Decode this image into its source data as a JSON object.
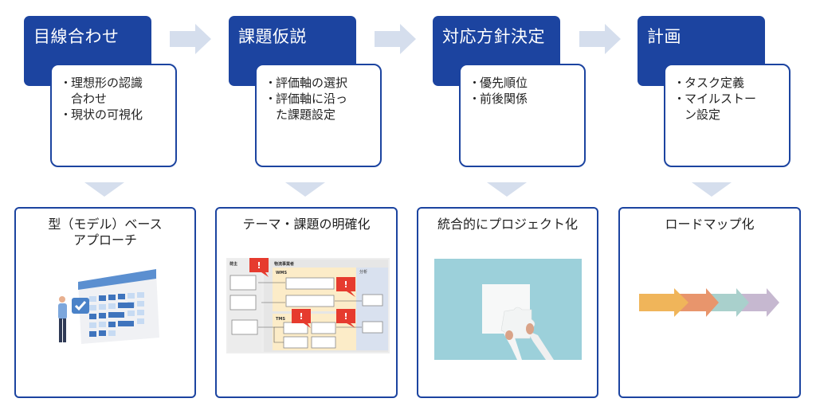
{
  "steps": [
    {
      "title": "目線合わせ",
      "bullets": [
        {
          "l1": "理想形の認識",
          "l2": "合わせ"
        },
        {
          "l1": "現状の可視化",
          "l2": ""
        }
      ]
    },
    {
      "title": "課題仮説",
      "bullets": [
        {
          "l1": "評価軸の選択",
          "l2": ""
        },
        {
          "l1": "評価軸に沿っ",
          "l2": "た課題設定"
        }
      ]
    },
    {
      "title": "対応方針決定",
      "bullets": [
        {
          "l1": "優先順位",
          "l2": ""
        },
        {
          "l1": "前後関係",
          "l2": ""
        }
      ]
    },
    {
      "title": "計画",
      "bullets": [
        {
          "l1": "タスク定義",
          "l2": ""
        },
        {
          "l1": "マイルストー",
          "l2": "ン設定"
        }
      ]
    }
  ],
  "bullet_mark": "・",
  "cards": [
    {
      "title_l1": "型（モデル）ベース",
      "title_l2": "アプローチ",
      "illustration": "person-with-calendar"
    },
    {
      "title_l1": "テーマ・課題の明確化",
      "title_l2": "",
      "illustration": "process-flow-diagram"
    },
    {
      "title_l1": "統合的にプロジェクト化",
      "title_l2": "",
      "illustration": "puzzle-photo"
    },
    {
      "title_l1": "ロードマップ化",
      "title_l2": "",
      "illustration": "roadmap-arrows"
    }
  ],
  "flow_diagram": {
    "lane_shipper": "荷主",
    "lane_logistics": "物流事業者",
    "lane_analysis": "分析",
    "wms": "WMS",
    "tms": "TMS",
    "alert": "!"
  },
  "colors": {
    "primary": "#1c44a0",
    "connector": "#d5deed",
    "roadmap": [
      "#f0b55a",
      "#e8956c",
      "#a9d0cc",
      "#c6b8d0"
    ],
    "alert": "#e63b2e"
  }
}
